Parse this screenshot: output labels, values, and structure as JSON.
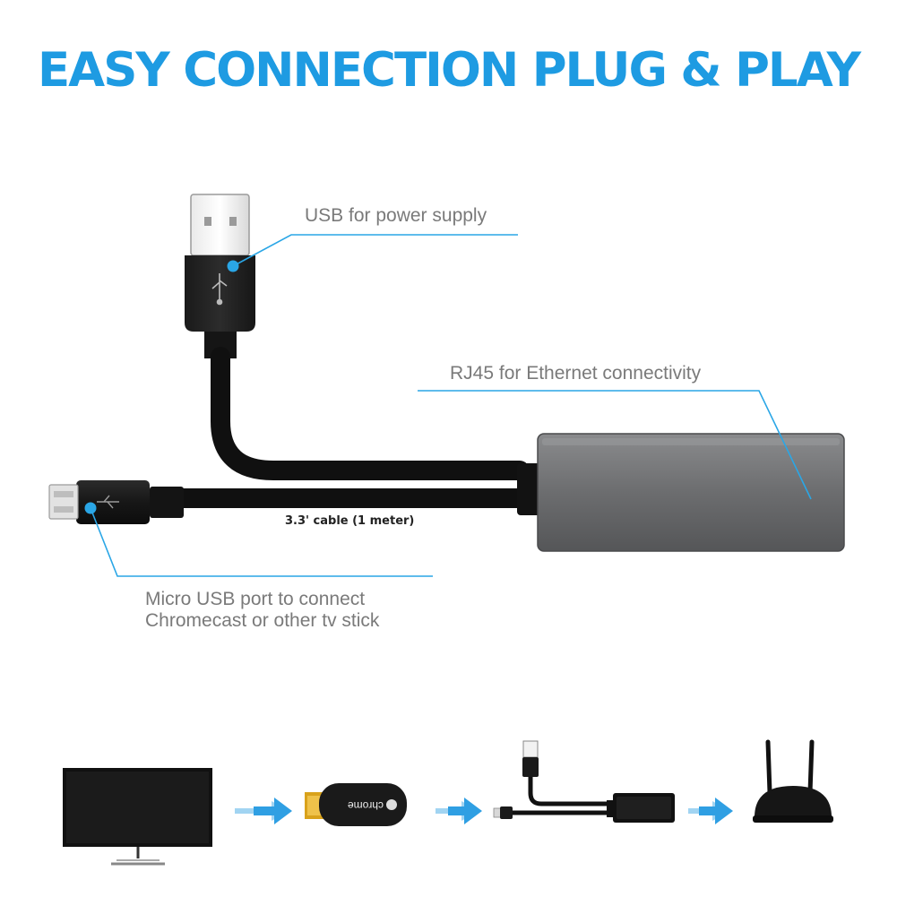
{
  "headline": "EASY CONNECTION PLUG & PLAY",
  "callouts": {
    "usb_power": "USB for power supply",
    "rj45": "RJ45 for Ethernet connectivity",
    "micro_usb_line1": "Micro USB port to connect",
    "micro_usb_line2": "Chromecast or other tv stick"
  },
  "cable_length": "3.3' cable (1 meter)",
  "flow": {
    "dongle_brand": "chrome"
  },
  "colors": {
    "accent": "#1e9be2",
    "callout_line": "#2aa6e6",
    "label_text": "#7a7a7a",
    "adapter_body": "#6f7072",
    "cable": "#111111",
    "flow_arrow": "#2f9fe3"
  }
}
